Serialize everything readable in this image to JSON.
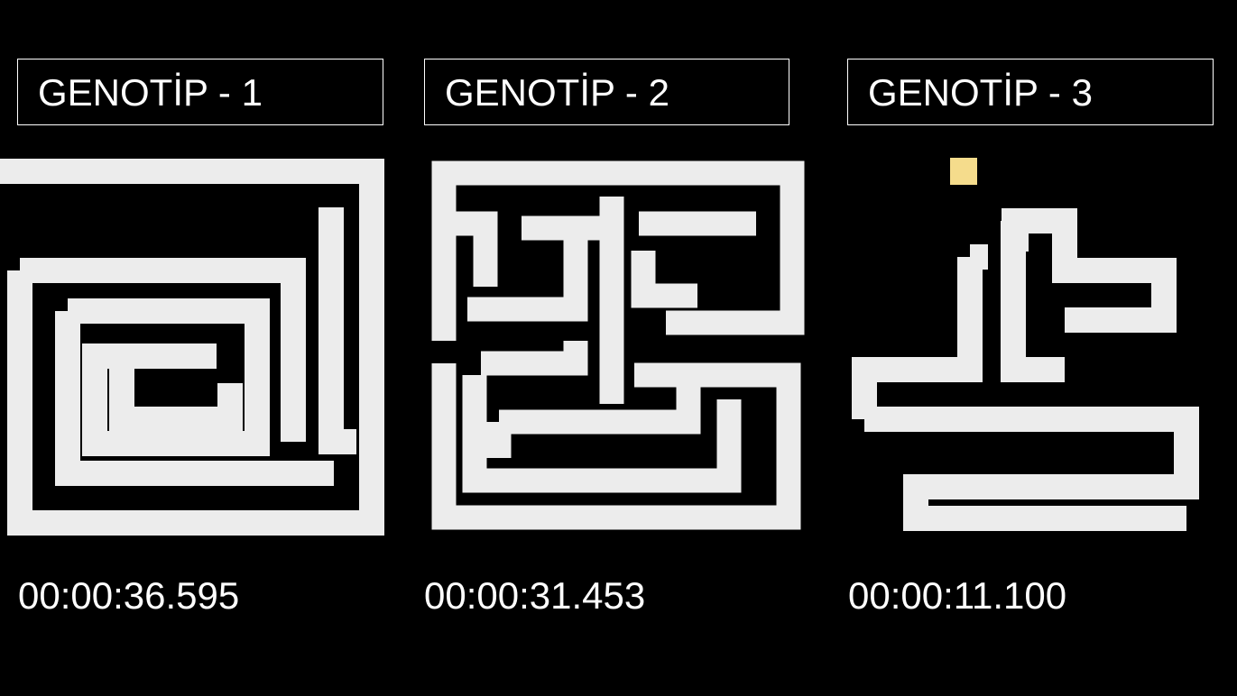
{
  "panels": [
    {
      "title": "GENOTİP - 1",
      "time": "00:00:36.595"
    },
    {
      "title": "GENOTİP - 2",
      "time": "00:00:31.453"
    },
    {
      "title": "GENOTİP - 3",
      "time": "00:00:11.100"
    }
  ],
  "colors": {
    "background": "#000000",
    "maze": "#ececec",
    "text": "#ffffff",
    "agent": "#f5dc8c"
  }
}
